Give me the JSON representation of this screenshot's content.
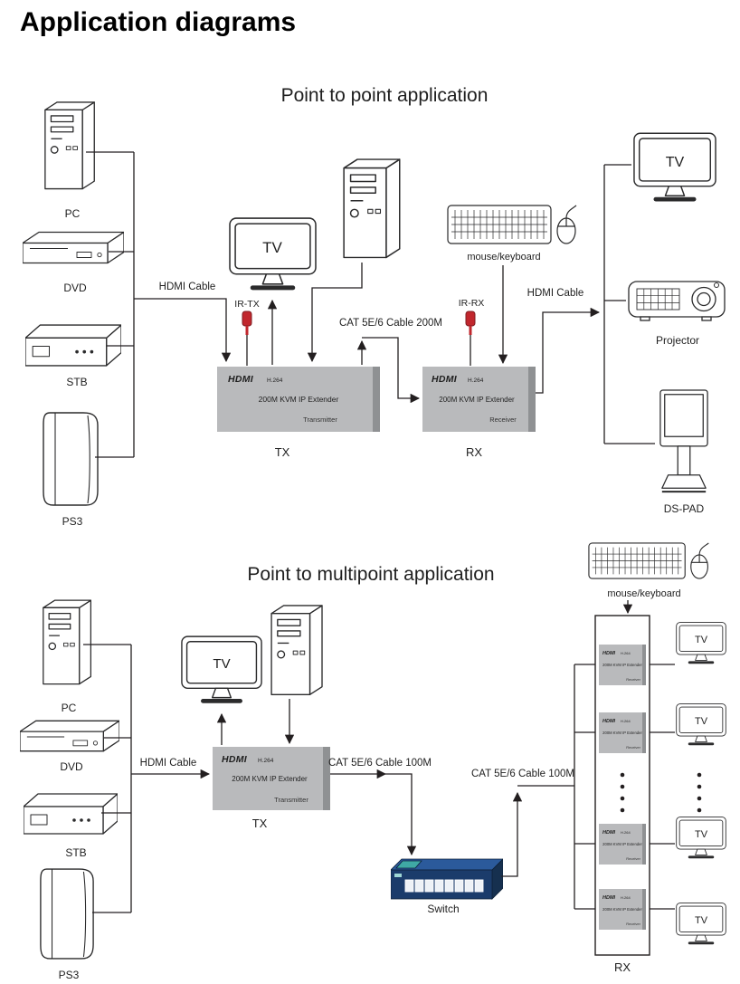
{
  "page": {
    "title": "Application diagrams"
  },
  "colors": {
    "line": "#231f20",
    "extender_box": "#b9babc",
    "extender_box_edge": "#8f9193",
    "ir_dongle_red": "#c1272d",
    "switch_front": "#1b3c6b",
    "switch_top": "#2b5a9b",
    "switch_accent": "#3fa9a5"
  },
  "icons": [
    "pc-tower-icon",
    "dvd-player-icon",
    "stb-icon",
    "ps3-console-icon",
    "tv-icon",
    "computer-tower-icon",
    "keyboard-mouse-icon",
    "projector-icon",
    "ds-pad-kiosk-icon",
    "ir-emitter-icon",
    "network-switch-icon",
    "arrow-marker",
    "ellipsis-dots"
  ],
  "d1": {
    "title": "Point to point application",
    "sources": [
      {
        "label": "PC"
      },
      {
        "label": "DVD"
      },
      {
        "label": "STB"
      },
      {
        "label": "PS3"
      }
    ],
    "hdmi_cable_left": "HDMI Cable",
    "tv_local": "TV",
    "ir_tx": "IR-TX",
    "cat_cable": "CAT 5E/6 Cable 200M",
    "ir_rx": "IR-RX",
    "mouse_keyboard": "mouse/keyboard",
    "hdmi_cable_right": "HDMI Cable",
    "tx_unit": {
      "brand": "HDMI",
      "codec": "H.264",
      "model": "200M KVM IP Extender",
      "role": "Transmitter",
      "tag": "TX"
    },
    "rx_unit": {
      "brand": "HDMI",
      "codec": "H.264",
      "model": "200M KVM IP Extender",
      "role": "Receiver",
      "tag": "RX"
    },
    "sinks": [
      {
        "label": "TV"
      },
      {
        "label": "Projector"
      },
      {
        "label": "DS-PAD"
      }
    ]
  },
  "d2": {
    "title": "Point to multipoint  application",
    "mouse_keyboard": "mouse/keyboard",
    "sources": [
      {
        "label": "PC"
      },
      {
        "label": "DVD"
      },
      {
        "label": "STB"
      },
      {
        "label": "PS3"
      }
    ],
    "hdmi_cable": "HDMI Cable",
    "tv_local": "TV",
    "tx_unit": {
      "brand": "HDMI",
      "codec": "H.264",
      "model": "200M KVM IP Extender",
      "role": "Transmitter",
      "tag": "TX"
    },
    "cat_cable_left": "CAT 5E/6 Cable 100M",
    "switch_label": "Switch",
    "cat_cable_right": "CAT 5E/6 Cable 100M",
    "receivers": [
      {
        "brand": "HDMI",
        "codec": "H.264",
        "model": "200M KVM IP Extender",
        "role": "Receiver"
      },
      {
        "brand": "HDMI",
        "codec": "H.264",
        "model": "200M KVM IP Extender",
        "role": "Receiver"
      },
      {
        "brand": "HDMI",
        "codec": "H.264",
        "model": "200M KVM IP Extender",
        "role": "Receiver"
      },
      {
        "brand": "HDMI",
        "codec": "H.264",
        "model": "200M KVM IP Extender",
        "role": "Receiver"
      }
    ],
    "rx_tag": "RX",
    "tvs": [
      {
        "label": "TV"
      },
      {
        "label": "TV"
      },
      {
        "label": "TV"
      },
      {
        "label": "TV"
      }
    ]
  }
}
